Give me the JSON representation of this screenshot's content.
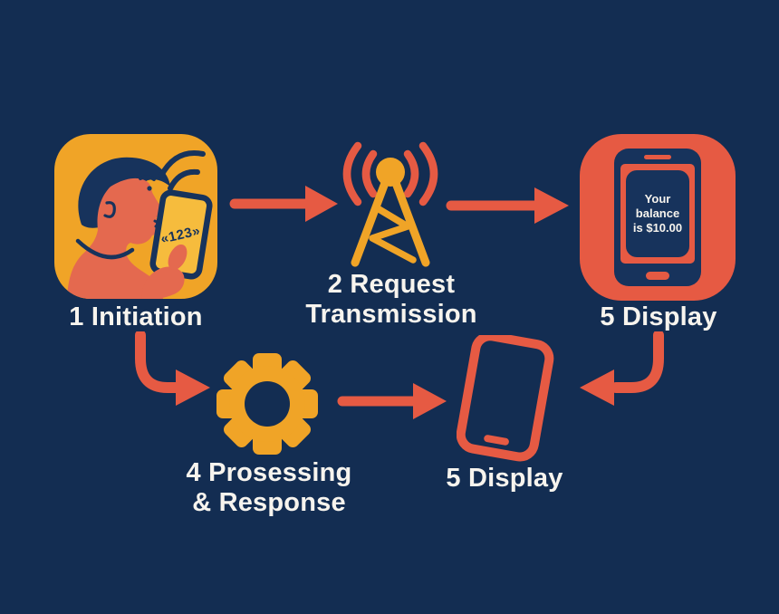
{
  "palette": {
    "background": "#132d52",
    "navy": "#17335c",
    "yellow": "#f0a427",
    "yellow_light": "#f6bc3d",
    "coral": "#e65a43",
    "skin": "#e4694f",
    "label_text": "#f7f4ee"
  },
  "steps": {
    "initiation": {
      "label": "1 Initiation",
      "icon": "person-dialing-icon",
      "phone_screen_text": "«123»"
    },
    "request_transmission": {
      "label_line1": "2 Request",
      "label_line2": "Transmission",
      "icon": "radio-tower-icon"
    },
    "display_top": {
      "label": "5 Display",
      "icon": "phone-balance-icon",
      "screen_lines": [
        "Your",
        "balance",
        "is $10.00"
      ]
    },
    "processing_response": {
      "label_line1": "4 Prosessing",
      "label_line2": "& Response",
      "icon": "gear-icon"
    },
    "display_bottom": {
      "label": "5 Display",
      "icon": "phone-outline-icon"
    }
  },
  "arrows": {
    "initiation_to_transmission": "right",
    "transmission_to_display": "right",
    "initiation_to_processing": "down-right-curve",
    "processing_to_display": "right",
    "display_to_display_bottom": "down-left-curve"
  }
}
